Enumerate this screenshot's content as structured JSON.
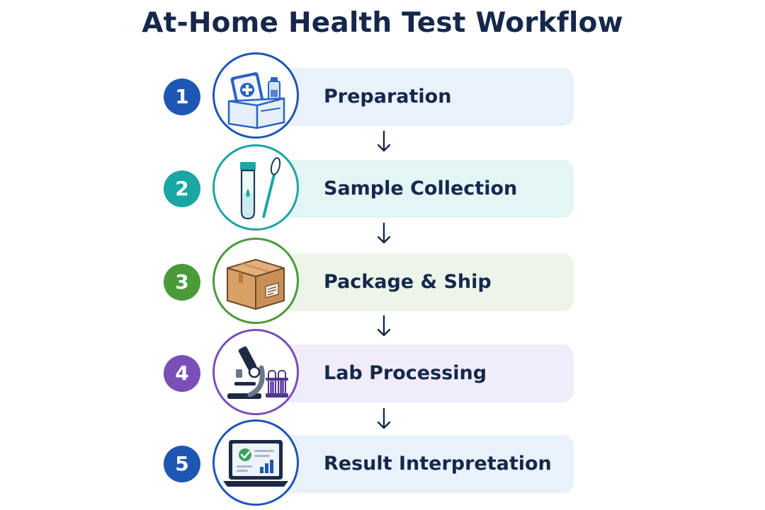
{
  "title": "At-Home Health Test Workflow",
  "steps": [
    {
      "number": "1",
      "label": "Preparation",
      "color": "#1e56b3",
      "bar_color": "#e9f1fb",
      "icon": "medical-kit-icon"
    },
    {
      "number": "2",
      "label": "Sample Collection",
      "color": "#1aa6a2",
      "bar_color": "#e3f5f4",
      "icon": "test-tube-swab-icon"
    },
    {
      "number": "3",
      "label": "Package & Ship",
      "color": "#4a9a3a",
      "bar_color": "#edf5ea",
      "icon": "shipping-box-icon"
    },
    {
      "number": "4",
      "label": "Lab Processing",
      "color": "#7a4fb8",
      "bar_color": "#f1ecf9",
      "icon": "microscope-icon"
    },
    {
      "number": "5",
      "label": "Result Interpretation",
      "color": "#1e56b3",
      "bar_color": "#e9f1fb",
      "icon": "laptop-results-icon"
    }
  ]
}
